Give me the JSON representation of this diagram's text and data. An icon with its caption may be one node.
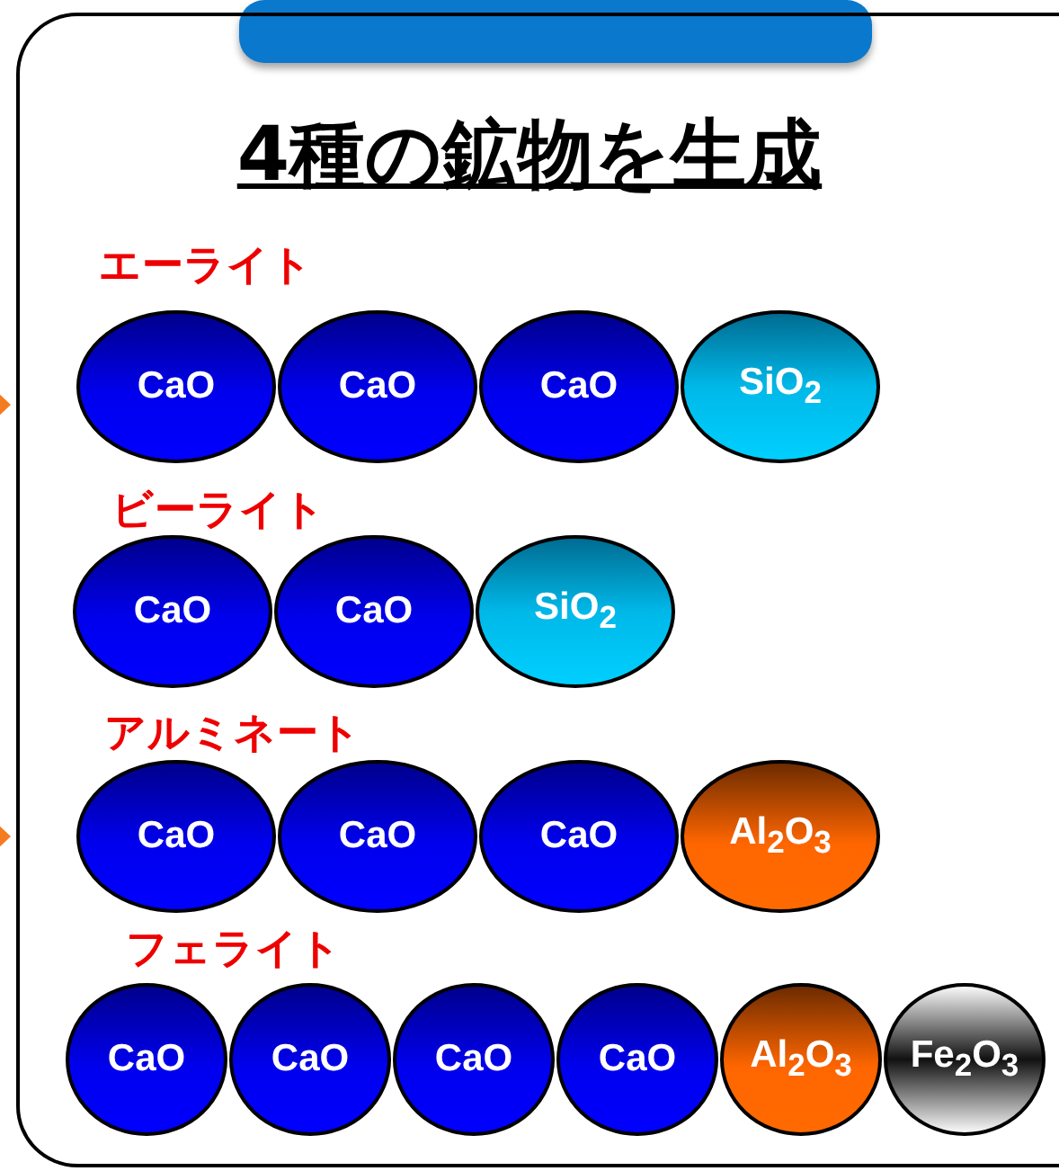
{
  "diagram": {
    "title": "4種の鉱物を生成",
    "nodes": [
      {
        "text": [
          "CaO"
        ]
      },
      {
        "text": [
          "CaO"
        ]
      },
      {
        "text": [
          "CaO"
        ]
      },
      {
        "text": [
          "SiO$_{2}$"
        ]
      },
      {
        "text": [
          "CaO"
        ]
      },
      {
        "text": [
          "CaO"
        ]
      },
      {
        "text": [
          "SiO$_{2}$"
        ]
      },
      {
        "text": [
          "CaO"
        ]
      },
      {
        "text": [
          "CaO"
        ]
      },
      {
        "text": [
          "CaO"
        ]
      },
      {
        "text": [
          "Al$_{2}$O$_{3}$"
        ]
      },
      {
        "text": [
          "CaO"
        ]
      },
      {
        "text": [
          "CaO"
        ]
      },
      {
        "text": [
          "CaO"
        ]
      },
      {
        "text": [
          "CaO"
        ]
      },
      {
        "text": [
          "Al$_{2}$O$_{3}$"
        ]
      },
      {
        "text": [
          "Fe$_{2}$O$_{3}$"
        ]
      }
    ],
    "labels": [
      "エーライト",
      "ビーライト",
      "アルミネート",
      "フェライト"
    ]
  }
}
